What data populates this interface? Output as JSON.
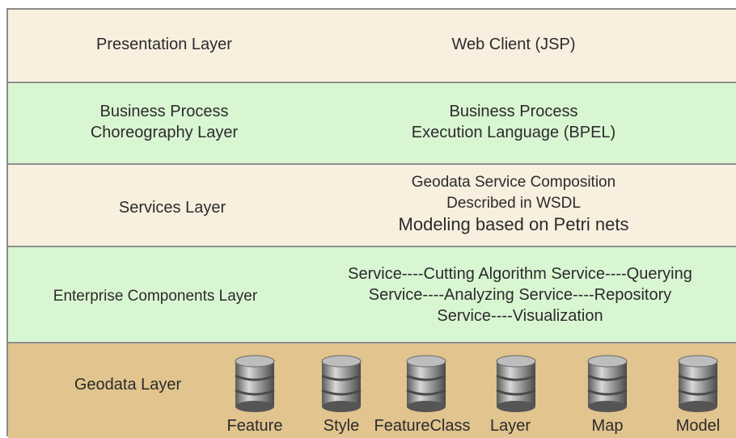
{
  "layers": [
    {
      "name": "Presentation Layer",
      "content": [
        "Web Client (JSP)"
      ]
    },
    {
      "name_lines": [
        "Business Process",
        "Choreography Layer"
      ],
      "content": [
        "Business Process",
        "Execution Language (BPEL)"
      ]
    },
    {
      "name": "Services Layer",
      "content": [
        "Geodata Service Composition",
        "Described in WSDL",
        "Modeling based on Petri nets"
      ]
    },
    {
      "name": "Enterprise Components Layer",
      "content": [
        "Service----Cutting Algorithm Service----Querying",
        "Service----Analyzing Service----Repository",
        "Service----Visualization"
      ]
    },
    {
      "name": "Geodata Layer",
      "databases": [
        "Feature",
        "Style",
        "FeatureClass",
        "Layer",
        "Map",
        "Model"
      ]
    }
  ],
  "colors": {
    "cream": "#f8efdf",
    "green": "#d9f6d3",
    "tan": "#e1c48e",
    "border": "#8f8f8f"
  },
  "icons": {
    "database": "database-icon"
  }
}
